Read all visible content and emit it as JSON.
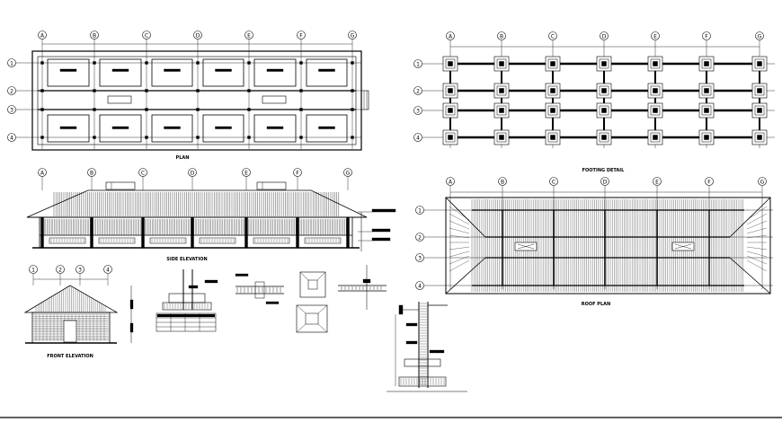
{
  "titles": {
    "plan": "PLAN",
    "footing": "FOOTING DETAIL",
    "side_elevation": "SIDE ELEVATION",
    "roof_plan": "ROOF PLAN",
    "front_elevation": "FRONT ELEVATION"
  },
  "grid": {
    "columns": [
      "A",
      "B",
      "C",
      "D",
      "E",
      "F",
      "G"
    ],
    "rows": [
      "1",
      "2",
      "3",
      "4"
    ],
    "front_columns": [
      "1",
      "2",
      "3",
      "4"
    ]
  },
  "colors": {
    "ink": "#000000",
    "paper": "#ffffff"
  }
}
